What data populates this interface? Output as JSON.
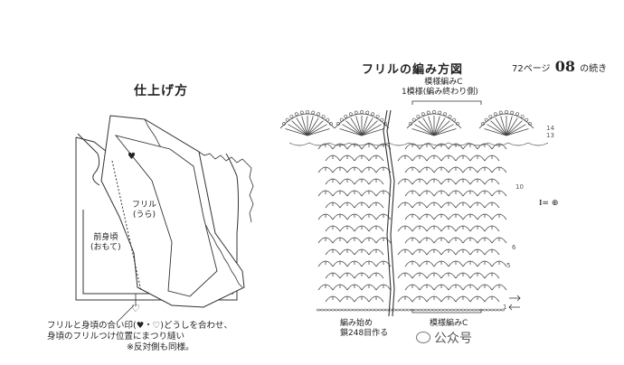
{
  "left": {
    "title": "仕上げ方",
    "front_label": "前身頃",
    "front_sub": "(おもて)",
    "frill_label": "フリル",
    "frill_sub": "(うら)",
    "heart_filled": "♥",
    "heart_open": "♡",
    "caption": [
      "フリルと身頃の合い印(♥・♡)どうしを合わせ、",
      "身頃のフリルつけ位置にまつり縫い",
      "※反対側も同様。"
    ]
  },
  "right": {
    "title": "フリルの編み方図",
    "page_ref_prefix": "72ページ",
    "page_ref_number": "08",
    "page_ref_suffix": "の続き",
    "pattern_top_1": "模様編みC",
    "pattern_top_2": "1模様(編み終わり側)",
    "pattern_bottom": "模様編みC",
    "start_label_1": "編み始め",
    "start_label_2": "鎖248目作る",
    "row_labels": [
      "14",
      "13",
      "10",
      "6",
      "5",
      "1"
    ],
    "legend": "= "
  },
  "watermark": "公众号"
}
